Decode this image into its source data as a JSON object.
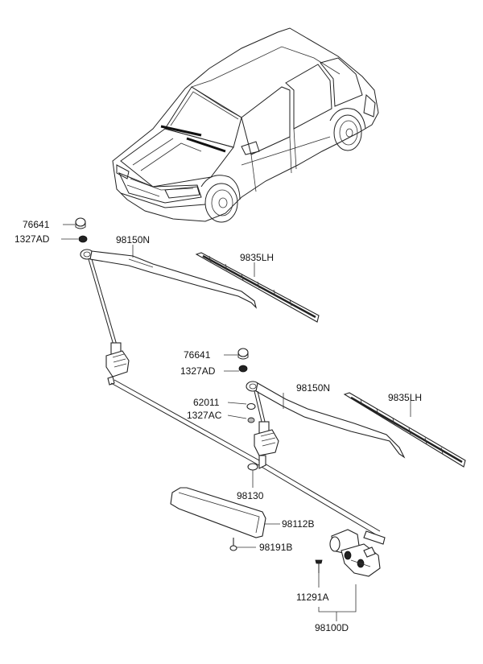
{
  "diagram": {
    "labels": {
      "top_cap": "76641",
      "top_nut": "1327AD",
      "top_arm": "98150N",
      "top_blade": "9835LH",
      "mid_cap": "76641",
      "mid_nut": "1327AD",
      "mid_arm": "98150N",
      "mid_blade": "9835LH",
      "washer": "62011",
      "washer_nut": "1327AC",
      "linkage": "98130",
      "cover": "98112B",
      "cover_bolt": "98191B",
      "motor_bolt": "11291A",
      "motor": "98100D"
    }
  }
}
